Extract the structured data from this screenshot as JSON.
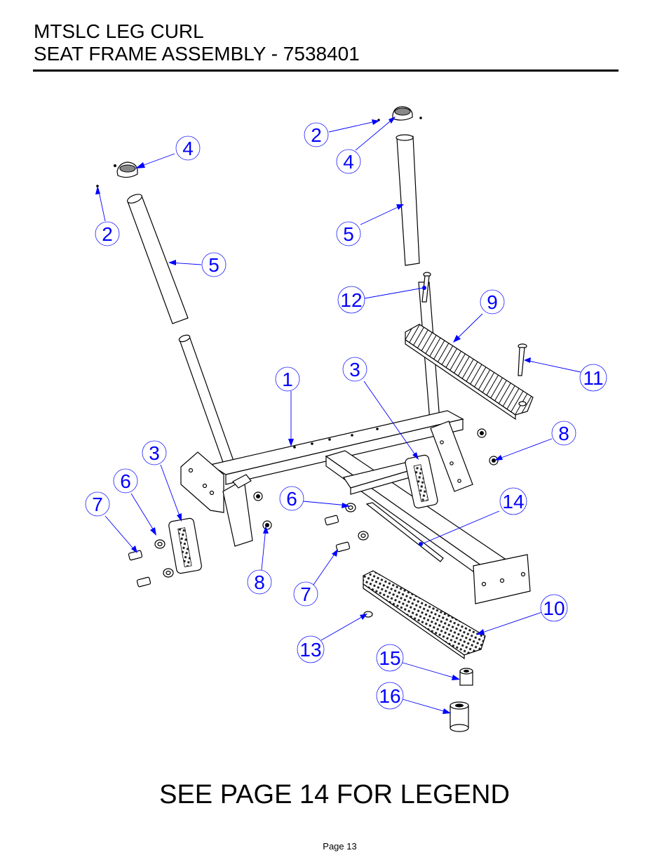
{
  "header": {
    "title_line1": "MTSLC LEG CURL",
    "title_line2": "SEAT FRAME ASSEMBLY - 7538401"
  },
  "footer": {
    "legend_note": "SEE PAGE 14 FOR LEGEND",
    "page_label": "Page 13"
  },
  "callouts": [
    {
      "id": "c-2-left",
      "label": "2"
    },
    {
      "id": "c-4-left",
      "label": "4"
    },
    {
      "id": "c-5-left",
      "label": "5"
    },
    {
      "id": "c-2-right",
      "label": "2"
    },
    {
      "id": "c-4-right",
      "label": "4"
    },
    {
      "id": "c-5-right",
      "label": "5"
    },
    {
      "id": "c-12",
      "label": "12"
    },
    {
      "id": "c-9",
      "label": "9"
    },
    {
      "id": "c-11",
      "label": "11"
    },
    {
      "id": "c-1",
      "label": "1"
    },
    {
      "id": "c-3-right",
      "label": "3"
    },
    {
      "id": "c-8-right",
      "label": "8"
    },
    {
      "id": "c-3-left",
      "label": "3"
    },
    {
      "id": "c-6-left",
      "label": "6"
    },
    {
      "id": "c-7-left",
      "label": "7"
    },
    {
      "id": "c-6-mid",
      "label": "6"
    },
    {
      "id": "c-14",
      "label": "14"
    },
    {
      "id": "c-8-left",
      "label": "8"
    },
    {
      "id": "c-7-mid",
      "label": "7"
    },
    {
      "id": "c-10",
      "label": "10"
    },
    {
      "id": "c-13",
      "label": "13"
    },
    {
      "id": "c-15",
      "label": "15"
    },
    {
      "id": "c-16",
      "label": "16"
    }
  ]
}
